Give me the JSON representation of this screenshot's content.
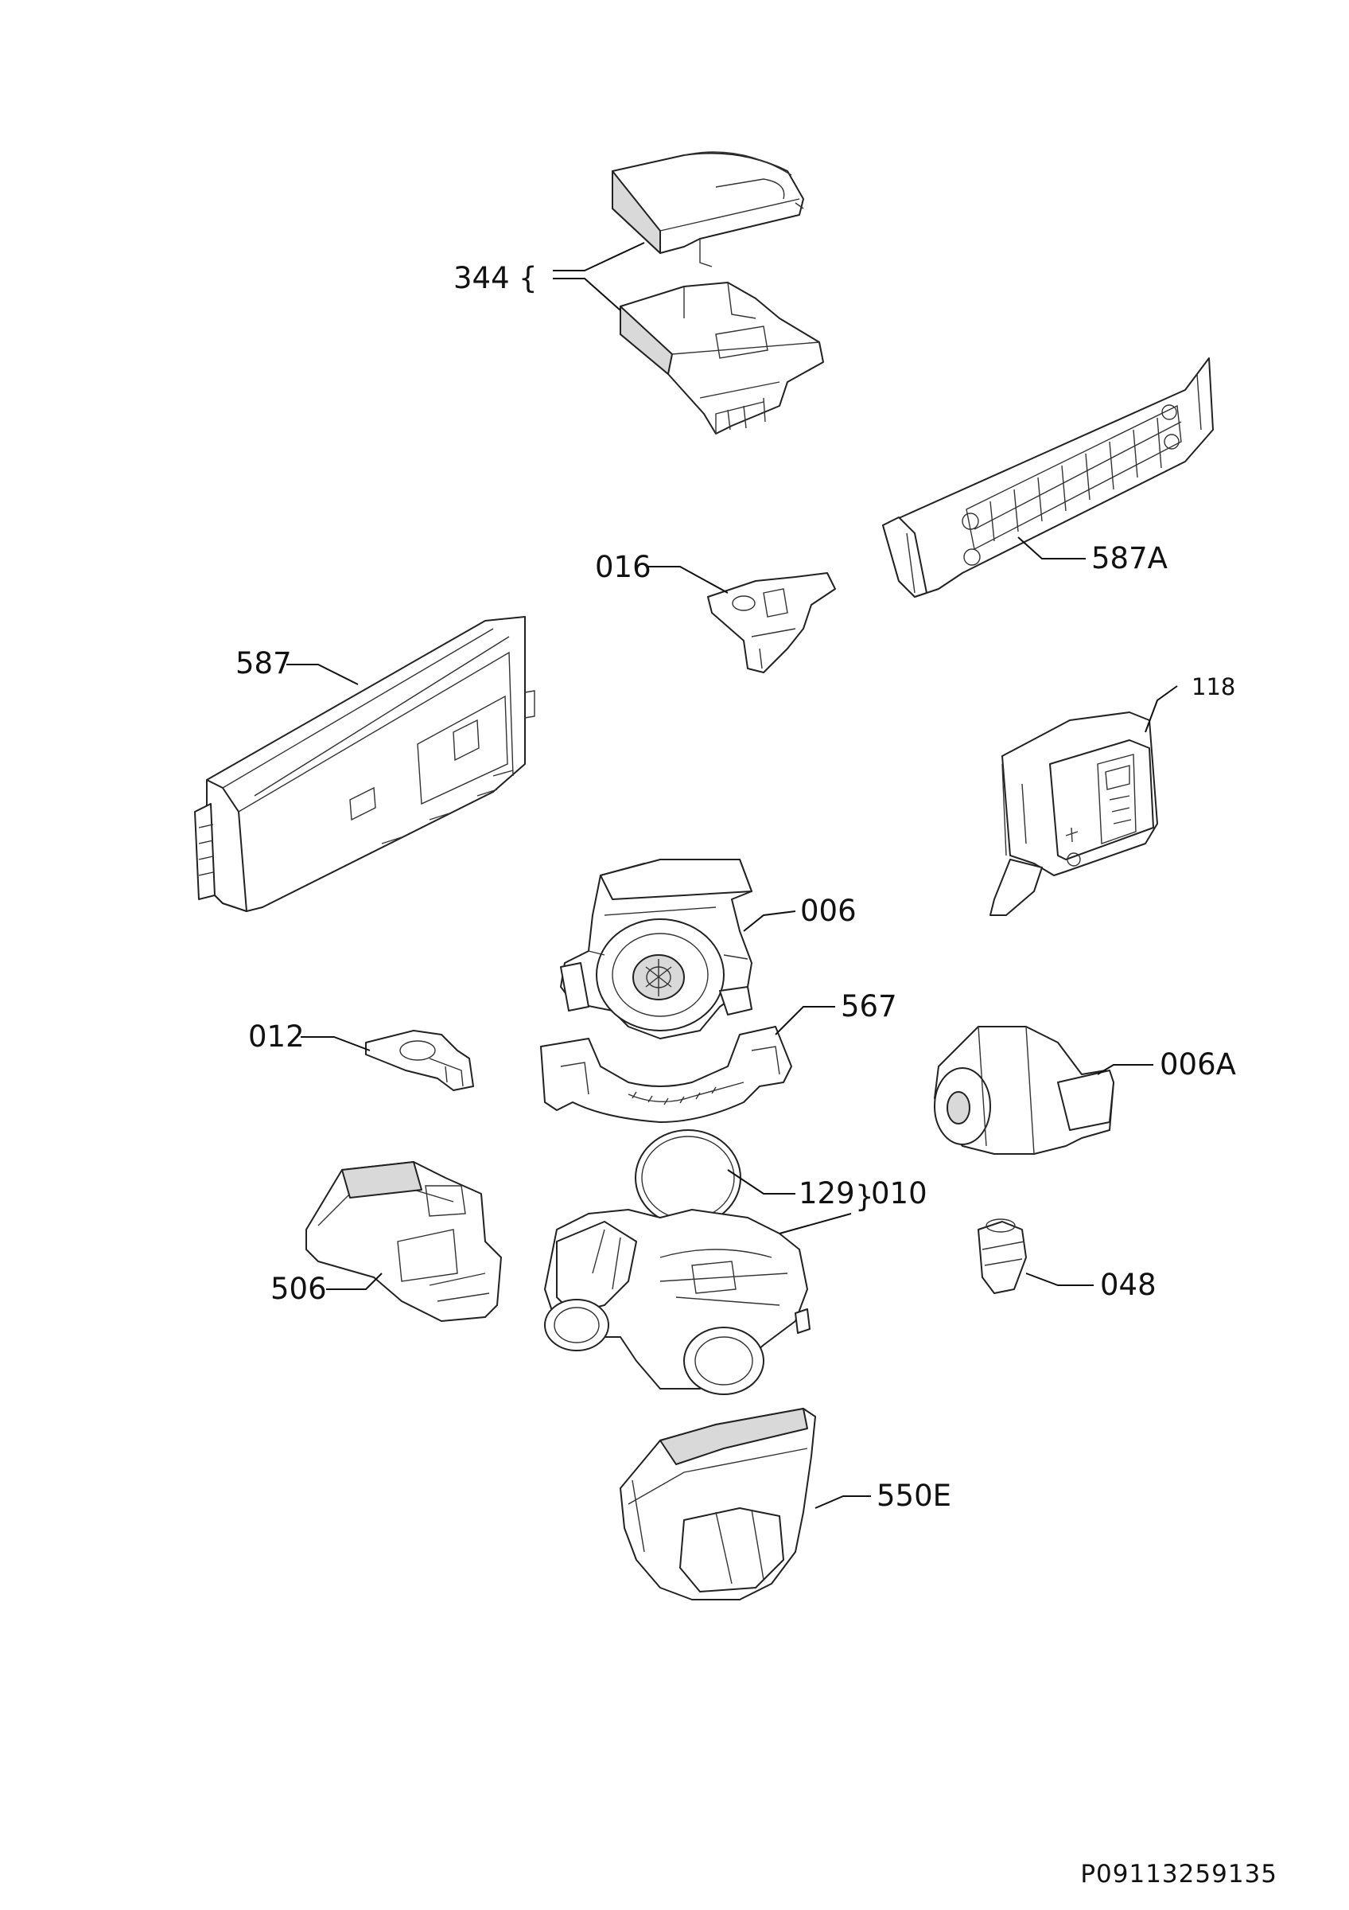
{
  "callouts": {
    "c344": "344",
    "c587A": "587A",
    "c016": "016",
    "c587": "587",
    "c118": "118",
    "c006": "006",
    "c567": "567",
    "c012": "012",
    "c006A": "006A",
    "c129": "129",
    "c010": "010",
    "c506": "506",
    "c048": "048",
    "c550E": "550E"
  },
  "brackets": {
    "b344": "{",
    "b010": "}"
  },
  "document_number": "P09113259135"
}
